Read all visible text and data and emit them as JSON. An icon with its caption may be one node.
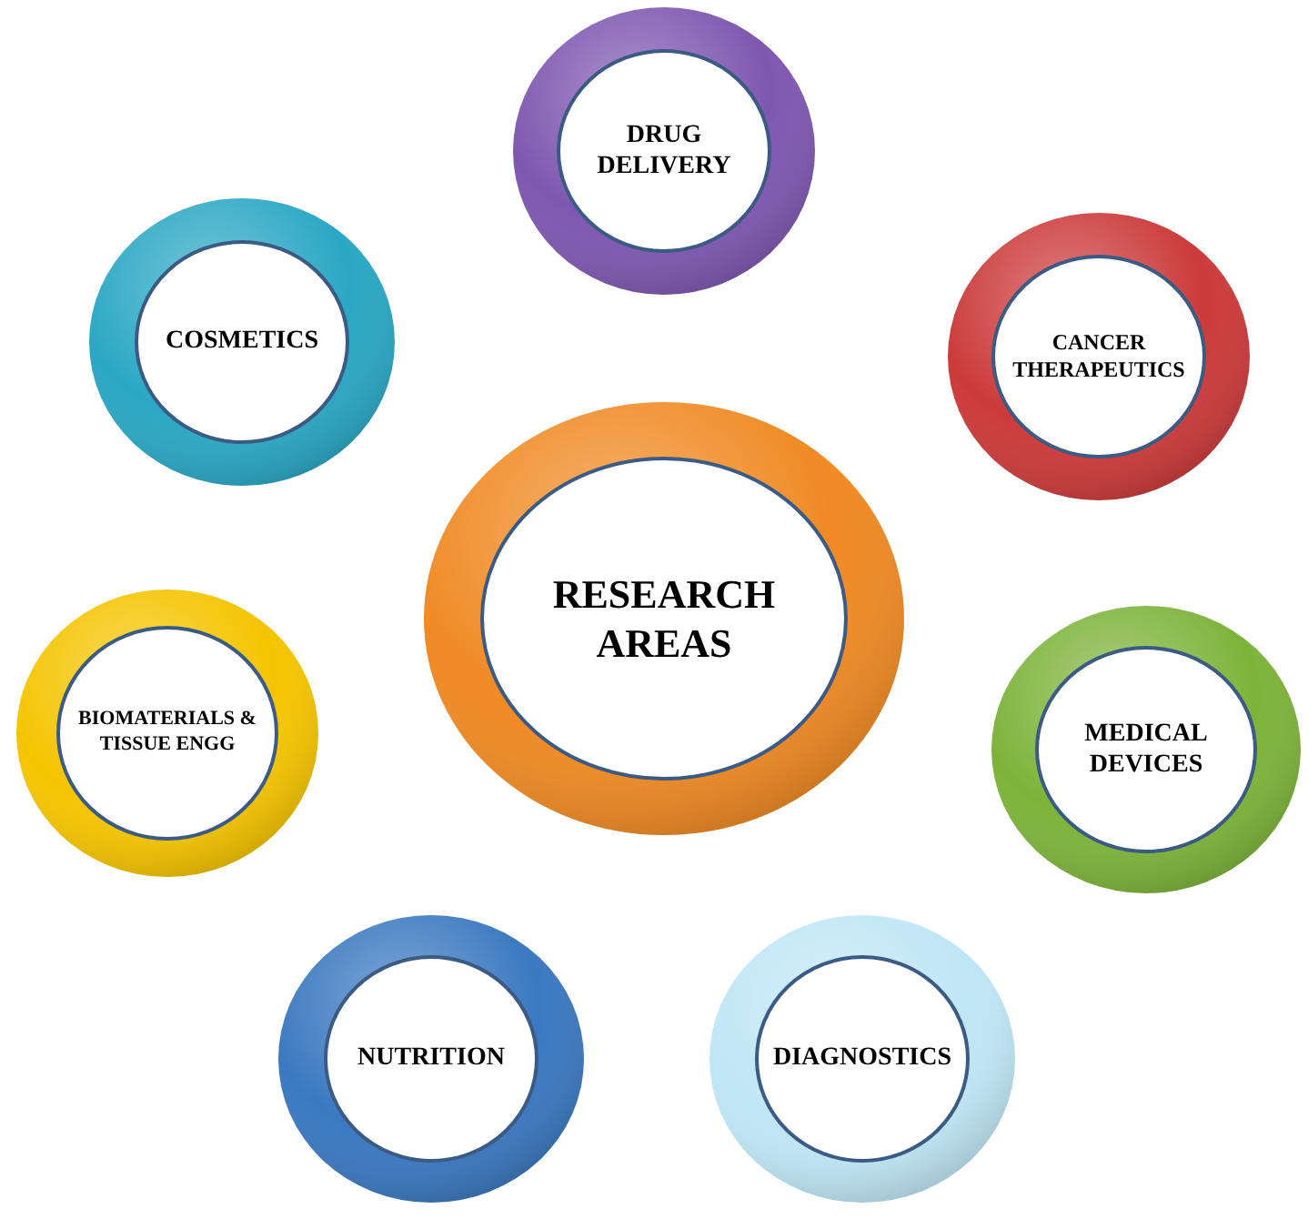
{
  "diagram": {
    "nodes": [
      {
        "text": [
          "DRUG DELIVERY"
        ]
      },
      {
        "text": [
          "COSMETICS"
        ]
      },
      {
        "text": [
          "CANCER THERAPEUTICS"
        ]
      },
      {
        "text": [
          "RESEARCH AREAS"
        ]
      },
      {
        "text": [
          "BIOMATERIALS & TISSUE ENGG"
        ]
      },
      {
        "text": [
          "MEDICAL DEVICES"
        ]
      },
      {
        "text": [
          "NUTRITION"
        ]
      },
      {
        "text": [
          "DIAGNOSTICS"
        ]
      }
    ]
  }
}
